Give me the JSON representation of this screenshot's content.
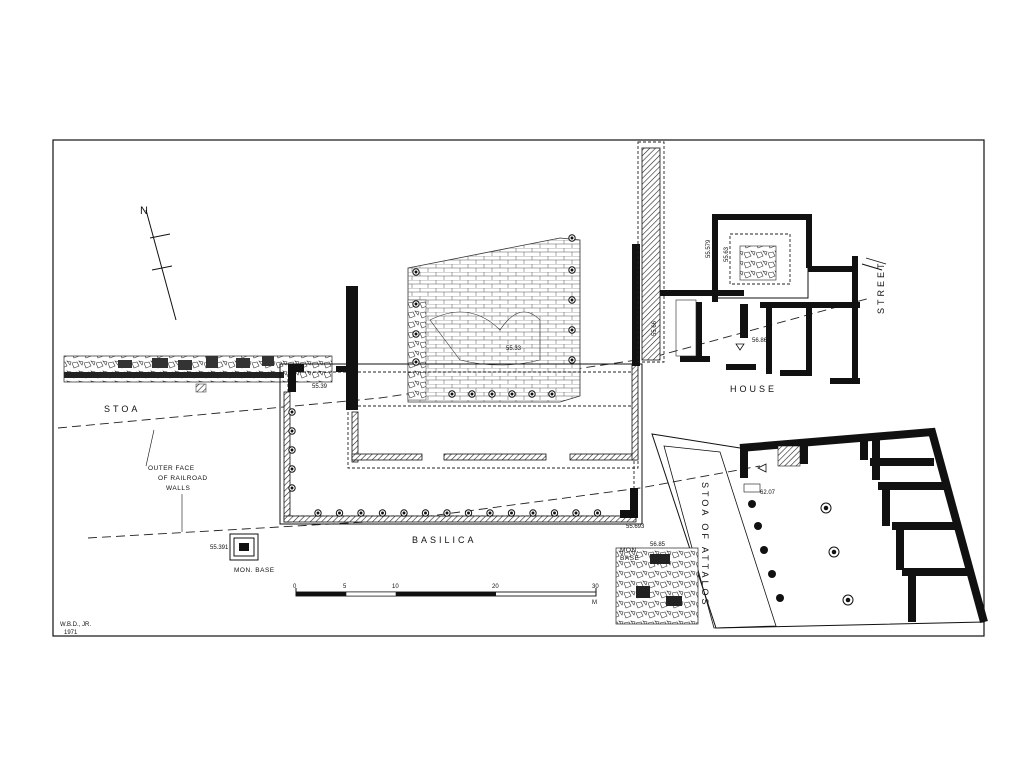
{
  "labels": {
    "stoa": "STOA",
    "outer_face": [
      "OUTER FACE",
      "OF RAILROAD",
      "WALLS"
    ],
    "basilica": "BASILICA",
    "house": "HOUSE",
    "street": "STREET",
    "stoa_of_attalos": "STOA OF ATTALOS",
    "mon_base_left": "MON. BASE",
    "mon_base_right": [
      "MON.",
      "BASE"
    ],
    "north": "N"
  },
  "elevations": {
    "e1": "55.39",
    "e2": "55.33",
    "e3": "55.693",
    "e4": "55.391",
    "e5": "55.579",
    "e6": "55.63",
    "e7": "55.66",
    "e8": "56.86",
    "e9": "62.07",
    "e10": "56.85"
  },
  "scale_bar": {
    "ticks": [
      "0",
      "5",
      "10",
      "20",
      "30"
    ],
    "unit": "M"
  },
  "credit": {
    "author": "W.B.D., JR.",
    "year": "1971"
  }
}
